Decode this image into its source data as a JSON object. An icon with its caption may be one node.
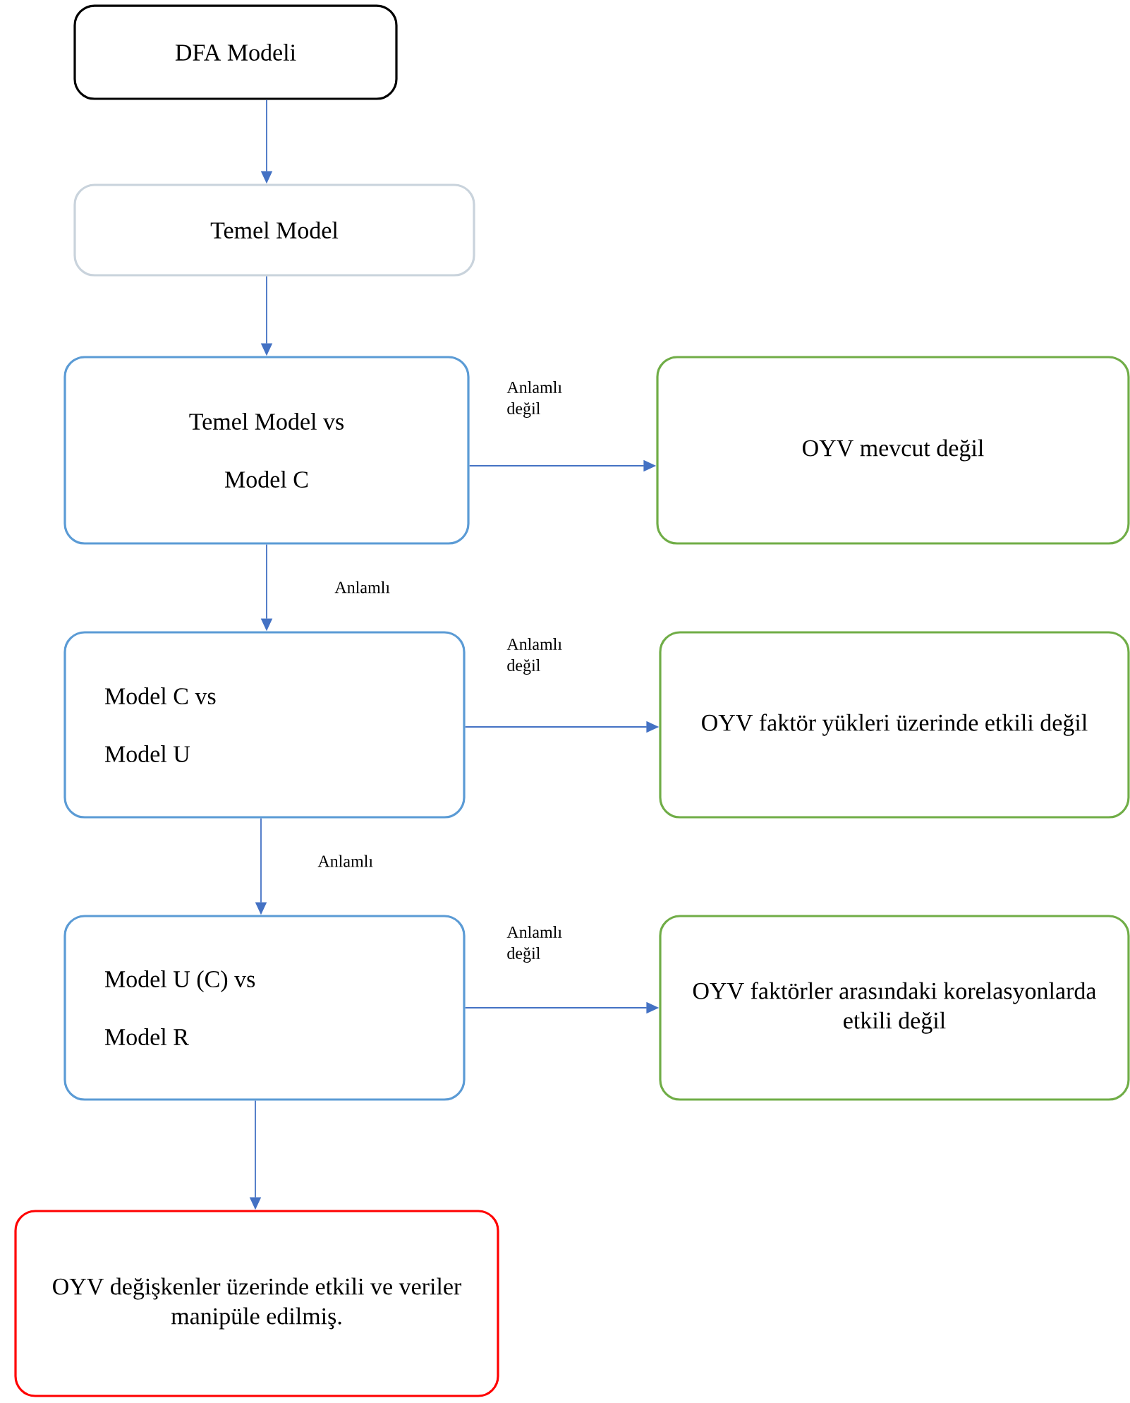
{
  "diagram": {
    "nodes": [
      {
        "text": [
          "DFA Modeli"
        ]
      },
      {
        "text": [
          "Temel Model"
        ]
      },
      {
        "text": [
          "Temel Model vs",
          "Model C"
        ]
      },
      {
        "text": [
          "OYV mevcut değil"
        ]
      },
      {
        "text": [
          "Model C  vs",
          "Model U"
        ]
      },
      {
        "text": [
          "OYV faktör yükleri üzerinde etkili değil"
        ]
      },
      {
        "text": [
          "Model U (C) vs",
          "Model R"
        ]
      },
      {
        "text": [
          "OYV faktörler arasındaki korelasyonlarda etkili değil"
        ]
      },
      {
        "text": [
          "OYV değişkenler üzerinde etkili ve veriler manipüle edilmiş."
        ]
      }
    ],
    "edges": [
      {
        "from": 0,
        "to": 1,
        "arrow": "to"
      },
      {
        "from": 1,
        "to": 2,
        "arrow": "to"
      },
      {
        "from": 2,
        "to": 3,
        "arrow": "to",
        "label": "Anlamlı değil"
      },
      {
        "from": 2,
        "to": 4,
        "arrow": "to",
        "label": "Anlamlı"
      },
      {
        "from": 4,
        "to": 5,
        "arrow": "to",
        "label": "Anlamlı değil"
      },
      {
        "from": 4,
        "to": 6,
        "arrow": "to",
        "label": "Anlamlı"
      },
      {
        "from": 6,
        "to": 7,
        "arrow": "to",
        "label": "Anlamlı değil"
      },
      {
        "from": 6,
        "to": 8,
        "arrow": "to"
      }
    ]
  }
}
